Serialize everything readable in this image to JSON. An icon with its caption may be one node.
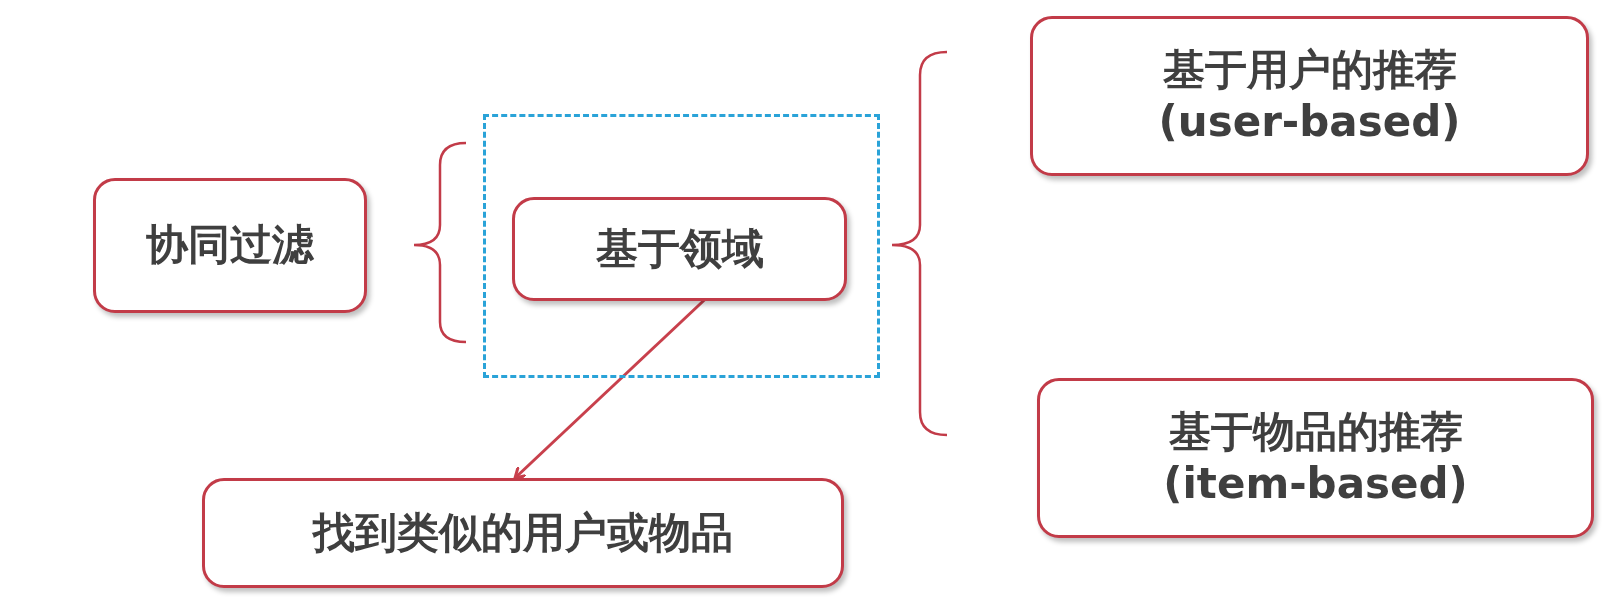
{
  "diagram": {
    "nodes": [
      {
        "text": [
          "协同过滤"
        ]
      },
      {
        "text": [],
        "shape": "box"
      },
      {
        "text": [
          "基于领域"
        ],
        "in": 1
      },
      {
        "text": [
          "基于用户的推荐 (user-based)"
        ]
      },
      {
        "text": [
          "基于物品的推荐 (item-based)"
        ]
      },
      {
        "text": [
          "找到类似的用户或物品"
        ]
      }
    ],
    "edges": [
      {
        "from": 2,
        "to": 5,
        "arrow": "to"
      }
    ]
  }
}
